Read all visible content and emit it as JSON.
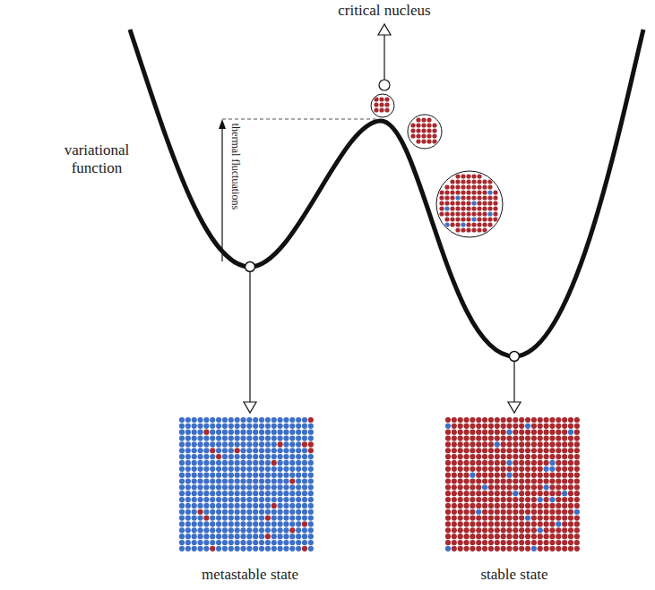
{
  "diagram": {
    "labels": [
      "critical nucleus",
      "variational function",
      "thermal fluctuations",
      "metastable state",
      "stable state"
    ]
  }
}
